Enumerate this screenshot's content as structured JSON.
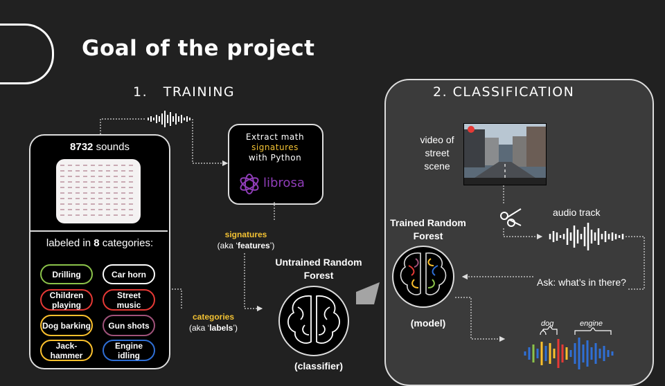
{
  "title": "Goal of the project",
  "training": {
    "number": "1.",
    "heading": "TRAINING"
  },
  "classification": {
    "heading": "2. CLASSIFICATION"
  },
  "dataset": {
    "count": "8732",
    "count_suffix": " sounds",
    "labeled_prefix": "labeled in ",
    "labeled_count": "8",
    "labeled_suffix": " categories:",
    "categories": [
      {
        "label": "Drilling",
        "color": "#8bc34a"
      },
      {
        "label": "Car horn",
        "color": "#ffffff"
      },
      {
        "label": "Children playing",
        "color": "#e53935"
      },
      {
        "label": "Street music",
        "color": "#e53935"
      },
      {
        "label": "Dog barking",
        "color": "#fbc02d"
      },
      {
        "label": "Gun shots",
        "color": "#a0527a"
      },
      {
        "label": "Jack-hammer",
        "color": "#fbc02d"
      },
      {
        "label": "Engine idling",
        "color": "#2f6fd6"
      }
    ]
  },
  "extract": {
    "line1": "Extract math",
    "line2": "signatures",
    "line3": "with Python",
    "logo_text": "librosa"
  },
  "signatures_label": {
    "word": "signatures",
    "aka_prefix": "(aka ‘",
    "aka_word": "features",
    "aka_suffix": "’)"
  },
  "categories_label": {
    "word": "categories",
    "aka_prefix": "(aka ‘",
    "aka_word": "labels",
    "aka_suffix": "’)"
  },
  "untrained": {
    "line1": "Untrained Random",
    "line2": "Forest",
    "caption": "(classifier)"
  },
  "video": {
    "line1": "video of",
    "line2": "street",
    "line3": "scene"
  },
  "audio_label": "audio track",
  "trained": {
    "line1": "Trained Random",
    "line2": "Forest",
    "caption": "(model)"
  },
  "ask": "Ask: what’s in there?",
  "result": {
    "dog": "dog",
    "engine": "engine"
  },
  "colors": {
    "accent_yellow": "#f3c233",
    "librosa_purple": "#8f3db8",
    "panel_bg": "#3b3b3b",
    "bg": "#212121"
  }
}
